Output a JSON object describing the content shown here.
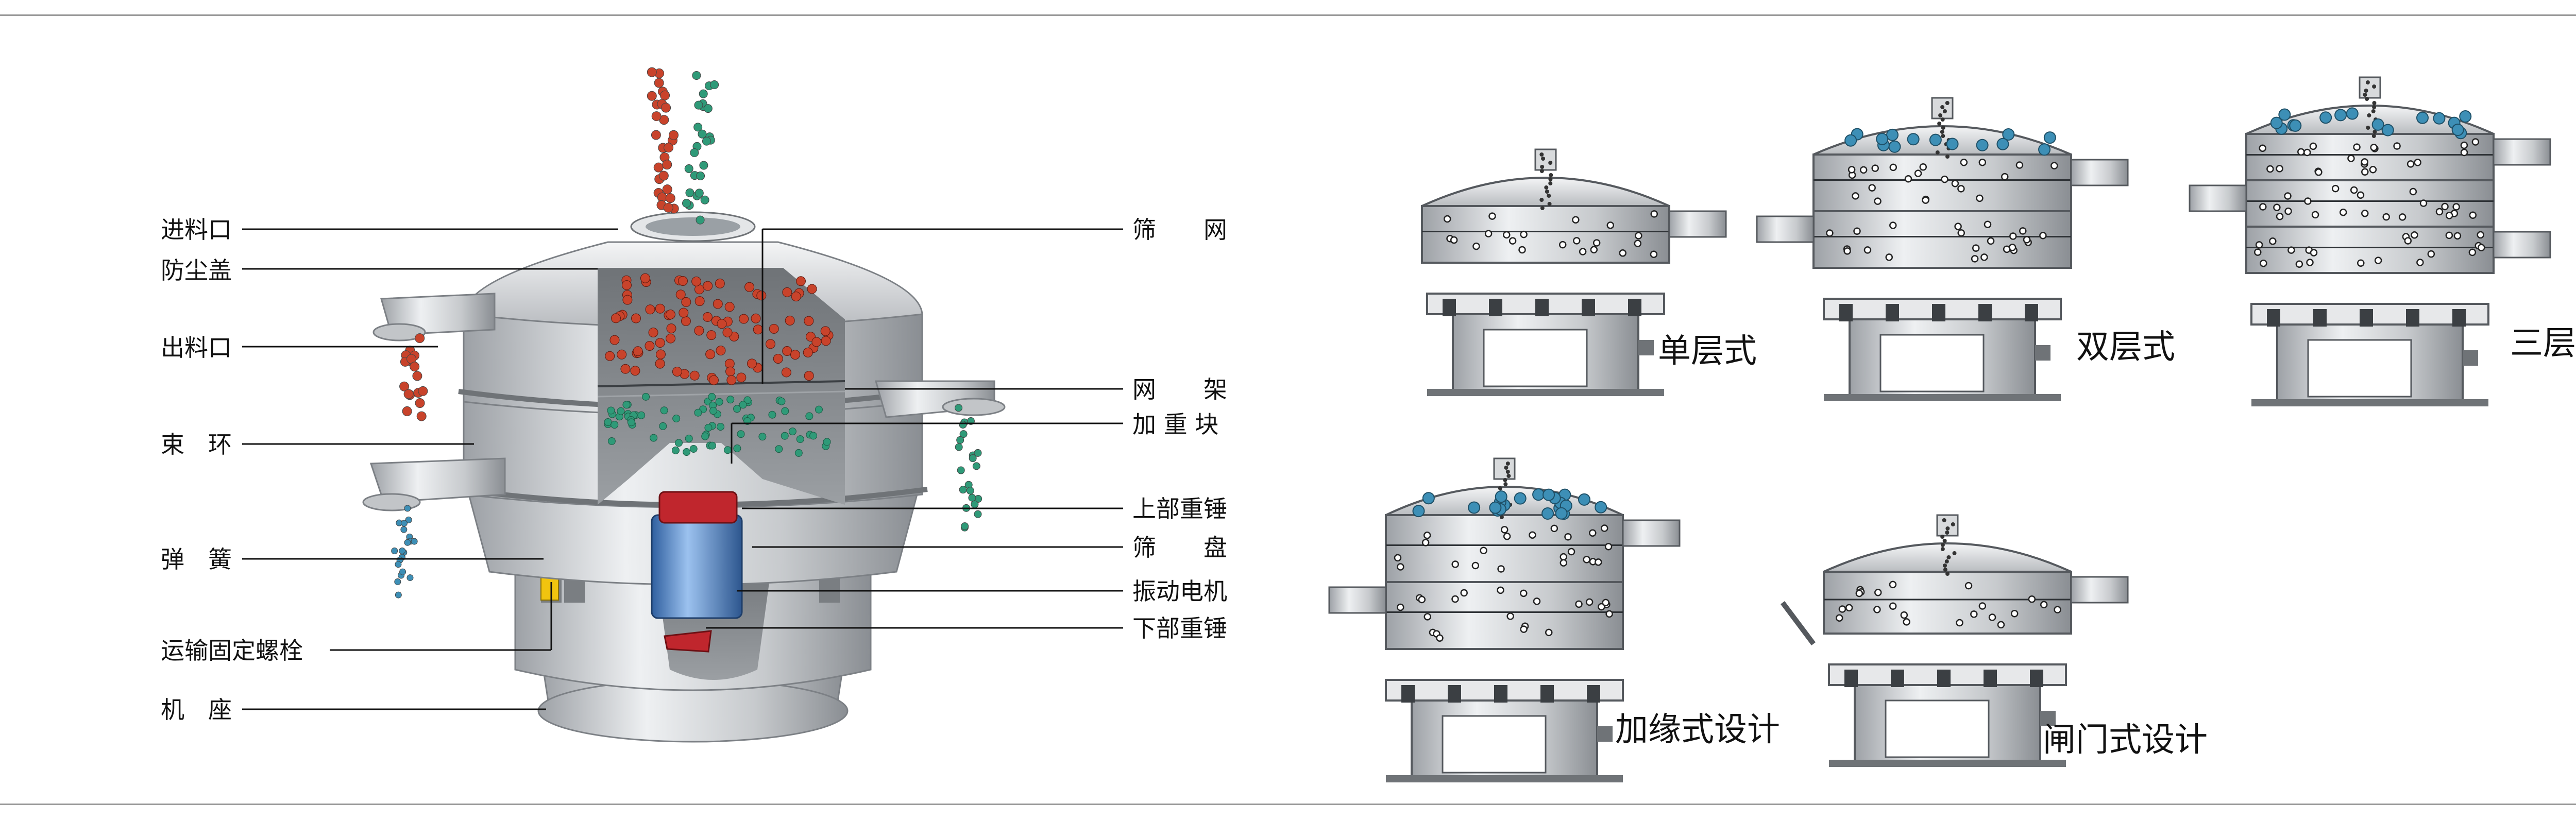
{
  "left_labels": [
    "进料口",
    "防尘盖",
    "出料口",
    "束　环",
    "弹　簧",
    "运输固定螺栓",
    "机　座"
  ],
  "right_labels": [
    "筛　　网",
    "网　　架",
    "加 重 块",
    "上部重锤",
    "筛　　盘",
    "振动电机",
    "下部重锤"
  ],
  "variants": [
    "单层式",
    "双层式",
    "三层式",
    "加缘式设计",
    "闸门式设计"
  ],
  "colors": {
    "metal": "#c9ccd0",
    "metal_dark": "#8e9297",
    "particle_red": "#c8432b",
    "particle_green": "#2f9a78",
    "particle_blue": "#3d8fb6",
    "motor": "#4f82c6",
    "bolt": "#f1c40f",
    "weight": "#c0262d"
  }
}
